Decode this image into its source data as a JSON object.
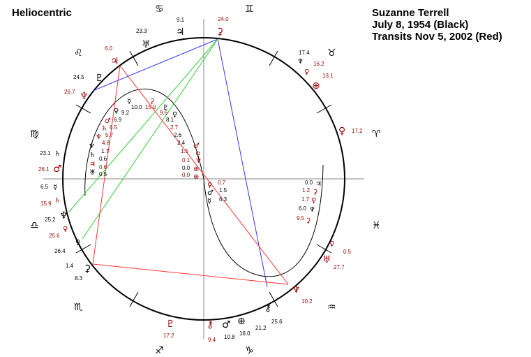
{
  "header": {
    "left_title": "Heliocentric",
    "right_lines": [
      "Suzanne Terrell",
      "July 8, 1954 (Black)",
      "Transits Nov 5, 2002 (Red)"
    ]
  },
  "colors": {
    "natal": "#000000",
    "transit": "#990000",
    "aspect_red": "#ff3333",
    "aspect_green": "#33cc33",
    "aspect_blue": "#3333ff"
  },
  "zodiac": [
    {
      "name": "cancer",
      "glyph": "♋"
    },
    {
      "name": "gemini",
      "glyph": "♊"
    },
    {
      "name": "leo",
      "glyph": "♌"
    },
    {
      "name": "taurus",
      "glyph": "♉"
    },
    {
      "name": "virgo",
      "glyph": "♍"
    },
    {
      "name": "aries",
      "glyph": "♈"
    },
    {
      "name": "libra",
      "glyph": "♎"
    },
    {
      "name": "pisces",
      "glyph": "♓"
    },
    {
      "name": "scorpio",
      "glyph": "♏"
    },
    {
      "name": "aquarius",
      "glyph": "♒"
    },
    {
      "name": "sagittarius",
      "glyph": "♐"
    },
    {
      "name": "capricorn",
      "glyph": "♑"
    }
  ],
  "outer_labels": [
    {
      "id": "t-top-24",
      "text": "24.0",
      "kind": "transit"
    },
    {
      "id": "n-top-91",
      "text": "9.1",
      "kind": "natal"
    },
    {
      "id": "n-top-233",
      "text": "23.3",
      "kind": "natal"
    },
    {
      "id": "t-leo-60",
      "text": "6.0",
      "kind": "transit"
    },
    {
      "id": "n-leo-245",
      "text": "24.5",
      "kind": "natal"
    },
    {
      "id": "t-leo-267",
      "text": "26.7",
      "kind": "transit"
    },
    {
      "id": "n-tau-174",
      "text": "17.4",
      "kind": "natal"
    },
    {
      "id": "t-tau-162",
      "text": "16.2",
      "kind": "transit"
    },
    {
      "id": "t-tau-131",
      "text": "13.1",
      "kind": "transit"
    },
    {
      "id": "t-ari-172",
      "text": "17.2",
      "kind": "transit"
    },
    {
      "id": "n-vir-231",
      "text": "23.1",
      "kind": "natal"
    },
    {
      "id": "t-vir-261",
      "text": "26.1",
      "kind": "transit"
    },
    {
      "id": "n-vir-65",
      "text": "6.5",
      "kind": "natal"
    },
    {
      "id": "t-vir-159",
      "text": "15.9",
      "kind": "transit"
    },
    {
      "id": "n-lib-252",
      "text": "25.2",
      "kind": "natal"
    },
    {
      "id": "t-lib-256",
      "text": "25.6",
      "kind": "transit"
    },
    {
      "id": "n-lib-264",
      "text": "26.4",
      "kind": "natal"
    },
    {
      "id": "n-sco-14",
      "text": "1.4",
      "kind": "natal"
    },
    {
      "id": "n-sco-83",
      "text": "8.3",
      "kind": "natal"
    },
    {
      "id": "t-pis-05",
      "text": "0.5",
      "kind": "transit"
    },
    {
      "id": "t-pis-277",
      "text": "27.7",
      "kind": "transit"
    },
    {
      "id": "t-aqu-102",
      "text": "10.2",
      "kind": "transit"
    },
    {
      "id": "n-aqu-256",
      "text": "25.6",
      "kind": "natal"
    },
    {
      "id": "n-cap-212",
      "text": "21.2",
      "kind": "natal"
    },
    {
      "id": "n-cap-160",
      "text": "16.0",
      "kind": "natal"
    },
    {
      "id": "n-cap-108",
      "text": "10.8",
      "kind": "natal"
    },
    {
      "id": "t-cap-94",
      "text": "9.4",
      "kind": "transit"
    },
    {
      "id": "t-sag-172",
      "text": "17.2",
      "kind": "transit"
    }
  ],
  "inner_labels": [
    {
      "id": "in-100",
      "text": "10.0",
      "kind": "natal"
    },
    {
      "id": "in-150",
      "text": "15.0",
      "kind": "transit"
    },
    {
      "id": "in-92",
      "text": "9.2",
      "kind": "natal"
    },
    {
      "id": "in-69",
      "text": "6.9",
      "kind": "natal"
    },
    {
      "id": "in-65",
      "text": "6.5",
      "kind": "transit"
    },
    {
      "id": "in-57",
      "text": "5.7",
      "kind": "transit"
    },
    {
      "id": "in-48",
      "text": "4.8",
      "kind": "transit"
    },
    {
      "id": "in-17",
      "text": "1.7",
      "kind": "natal"
    },
    {
      "id": "in-06a",
      "text": "0.6",
      "kind": "natal"
    },
    {
      "id": "in-06b",
      "text": "0.6",
      "kind": "transit"
    },
    {
      "id": "in-05",
      "text": "0.5",
      "kind": "natal"
    },
    {
      "id": "in-96",
      "text": "9.6",
      "kind": "transit"
    },
    {
      "id": "in-81",
      "text": "8.1",
      "kind": "natal"
    },
    {
      "id": "in-27",
      "text": "2.7",
      "kind": "transit"
    },
    {
      "id": "in-26",
      "text": "2.6",
      "kind": "natal"
    },
    {
      "id": "in-24",
      "text": "2.4",
      "kind": "natal"
    },
    {
      "id": "in-15a",
      "text": "1.5",
      "kind": "transit"
    },
    {
      "id": "in-01",
      "text": "0.1",
      "kind": "transit"
    },
    {
      "id": "in-00a",
      "text": "0.0",
      "kind": "natal"
    },
    {
      "id": "in-00b",
      "text": "0.0",
      "kind": "transit"
    },
    {
      "id": "in-07",
      "text": "0.7",
      "kind": "transit"
    },
    {
      "id": "in-15b",
      "text": "1.5",
      "kind": "natal"
    },
    {
      "id": "in-63",
      "text": "6.3",
      "kind": "natal"
    },
    {
      "id": "in-r00",
      "text": "0.0",
      "kind": "natal"
    },
    {
      "id": "in-r12",
      "text": "1.2",
      "kind": "transit"
    },
    {
      "id": "in-r17",
      "text": "1.7",
      "kind": "transit"
    },
    {
      "id": "in-r60",
      "text": "6.0",
      "kind": "natal"
    },
    {
      "id": "in-r95",
      "text": "9.5",
      "kind": "transit"
    }
  ],
  "planet_glyphs": [
    {
      "id": "g-top-jup",
      "glyph": "♃",
      "kind": "natal"
    },
    {
      "id": "g-top-chiron",
      "glyph": "⚳",
      "kind": "transit"
    },
    {
      "id": "g-top-ura",
      "glyph": "♅",
      "kind": "natal"
    },
    {
      "id": "g-leo-jup",
      "glyph": "♃",
      "kind": "transit"
    },
    {
      "id": "g-leo-plu",
      "glyph": "♇",
      "kind": "natal"
    },
    {
      "id": "g-leo-nep",
      "glyph": "♆",
      "kind": "transit"
    },
    {
      "id": "g-tau-nep",
      "glyph": "♆",
      "kind": "natal"
    },
    {
      "id": "g-tau-ven",
      "glyph": "♀",
      "kind": "transit"
    },
    {
      "id": "g-tau-earth",
      "glyph": "⊕",
      "kind": "transit"
    },
    {
      "id": "g-ari-ven",
      "glyph": "♀",
      "kind": "transit"
    },
    {
      "id": "g-vir-sat",
      "glyph": "♄",
      "kind": "natal"
    },
    {
      "id": "g-vir-mar",
      "glyph": "♂",
      "kind": "transit"
    },
    {
      "id": "g-vir-mer",
      "glyph": "☿",
      "kind": "natal"
    },
    {
      "id": "g-vir-sat2",
      "glyph": "♄",
      "kind": "transit"
    },
    {
      "id": "g-lib-nep",
      "glyph": "♆",
      "kind": "natal"
    },
    {
      "id": "g-lib-ven",
      "glyph": "♀",
      "kind": "transit"
    },
    {
      "id": "g-lib-ven2",
      "glyph": "♀",
      "kind": "natal"
    },
    {
      "id": "g-sco-chi",
      "glyph": "⚳",
      "kind": "natal"
    },
    {
      "id": "g-pis-ven",
      "glyph": "♀",
      "kind": "transit"
    },
    {
      "id": "g-pis-ura",
      "glyph": "♅",
      "kind": "transit"
    },
    {
      "id": "g-aqu-nep",
      "glyph": "♆",
      "kind": "transit"
    },
    {
      "id": "g-aqu-chi",
      "glyph": "⚷",
      "kind": "natal"
    },
    {
      "id": "g-cap-earth",
      "glyph": "⊕",
      "kind": "natal"
    },
    {
      "id": "g-cap-mar",
      "glyph": "♂",
      "kind": "natal"
    },
    {
      "id": "g-cap-chiron",
      "glyph": "⚷",
      "kind": "transit"
    },
    {
      "id": "g-sag-plu",
      "glyph": "♇",
      "kind": "transit"
    }
  ]
}
